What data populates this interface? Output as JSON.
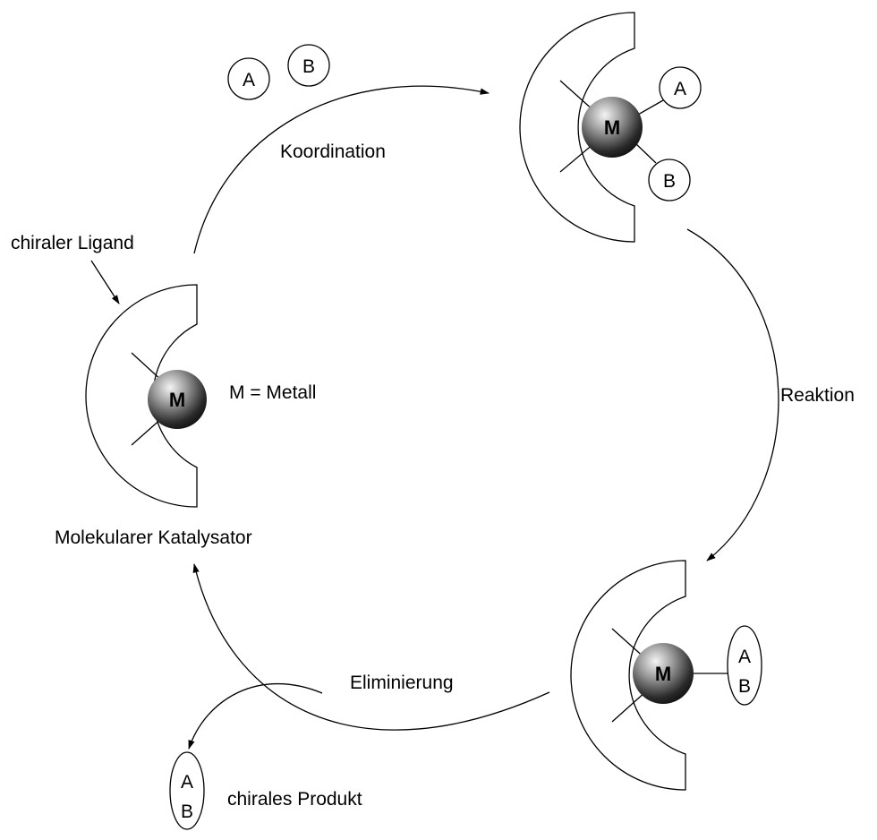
{
  "labels": {
    "koordination": "Koordination",
    "reaktion": "Reaktion",
    "eliminierung": "Eliminierung",
    "chiraler_ligand": "chiraler Ligand",
    "metall_legend": "M = Metall",
    "katalysator": "Molekularer Katalysator",
    "produkt": "chirales Produkt"
  },
  "symbols": {
    "metal": "M",
    "a": "A",
    "b": "B"
  },
  "colors": {
    "line": "#000000",
    "background": "#ffffff",
    "sphere_highlight": "#f2f2f2",
    "sphere_shadow": "#111111"
  }
}
